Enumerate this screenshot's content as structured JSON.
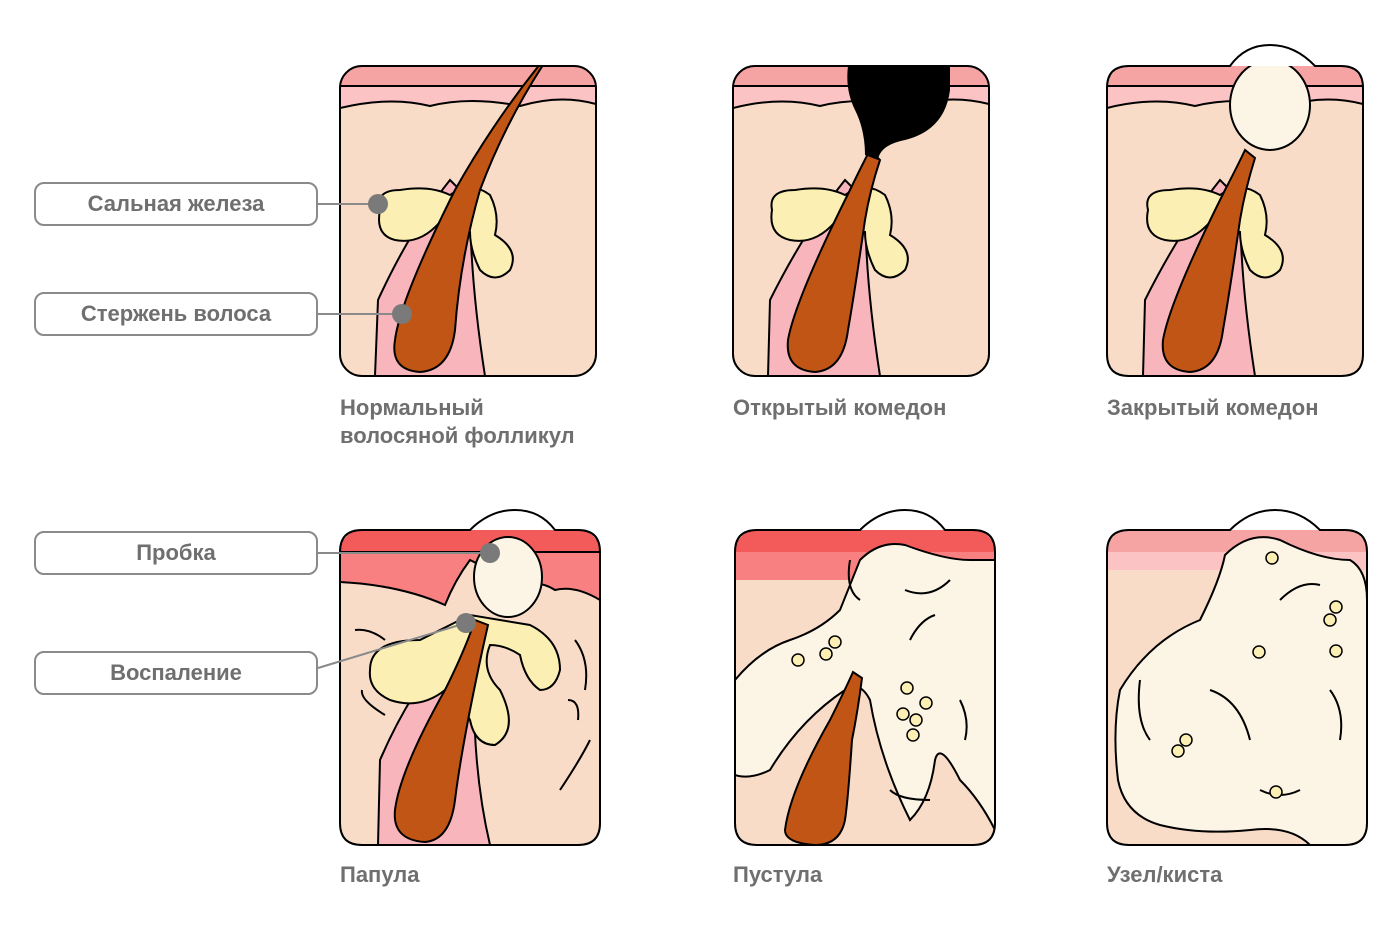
{
  "labels": {
    "sebaceous_gland": "Сальная железа",
    "hair_shaft": "Стержень волоса",
    "plug": "Пробка",
    "inflammation": "Воспаление"
  },
  "captions": {
    "normal_line1": "Нормальный",
    "normal_line2": "волосяной фолликул",
    "open_comedo": "Открытый комедон",
    "closed_comedo": "Закрытый комедон",
    "papule": "Папула",
    "pustule": "Пустула",
    "nodule_cyst": "Узел/киста"
  },
  "colors": {
    "skin": "#f8dcc7",
    "epidermis": "#fbc3c4",
    "epidermis_top": "#f6a3a3",
    "inflamed_top": "#f35a5a",
    "inflamed_mid": "#f88080",
    "sebum": "#fbefb3",
    "hair": "#c05515",
    "follicle": "#f9b5bc",
    "pus": "#fcf5e6",
    "outline": "#000000",
    "label_gray": "#8a8a8a"
  }
}
